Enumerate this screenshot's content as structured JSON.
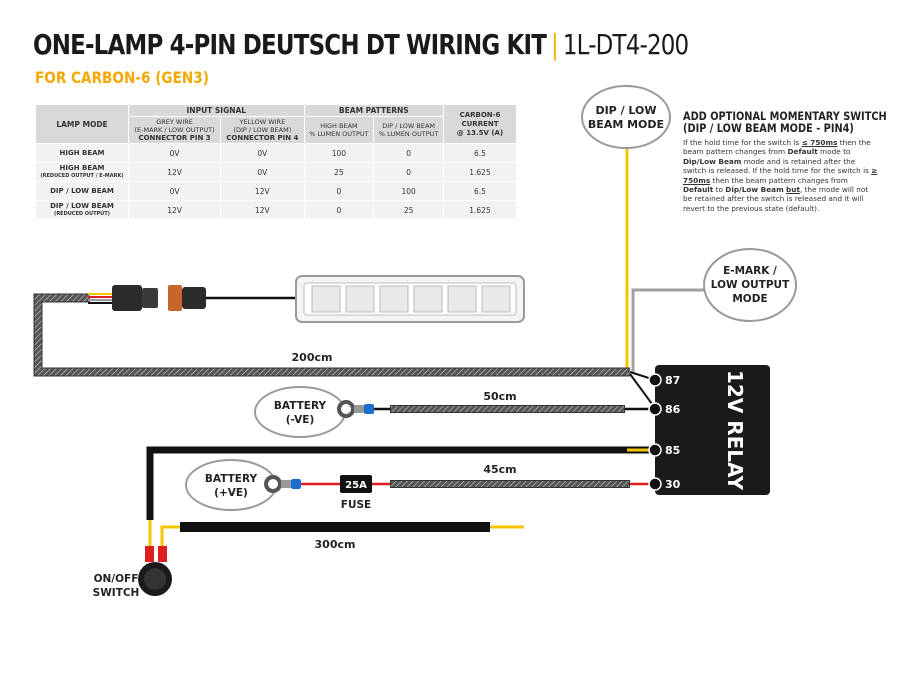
{
  "header": {
    "title_main": "ONE-LAMP 4-PIN DEUTSCH DT WIRING KIT",
    "title_sep": "|",
    "title_code": "1L-DT4-200",
    "subtitle": "FOR CARBON-6 (GEN3)"
  },
  "table": {
    "group_input": "INPUT SIGNAL",
    "group_beam": "BEAM PATTERNS",
    "col_mode": "LAMP MODE",
    "col_grey_1": "GREY WIRE",
    "col_grey_2": "(E-MARK / LOW OUTPUT)",
    "col_grey_3": "CONNECTOR PIN 3",
    "col_yellow_1": "YELLOW WIRE",
    "col_yellow_2": "(DIP / LOW BEAM)",
    "col_yellow_3": "CONNECTOR PIN 4",
    "col_high_1": "HIGH BEAM",
    "col_high_2": "% LUMEN OUTPUT",
    "col_dip_1": "DIP / LOW BEAM",
    "col_dip_2": "% LUMEN OUTPUT",
    "col_current_1": "CARBON-6",
    "col_current_2": "CURRENT",
    "col_current_3": "@ 13.5V (A)",
    "rows": [
      {
        "mode": "HIGH BEAM",
        "mode_sub": "",
        "grey": "0V",
        "yellow": "0V",
        "high": "100",
        "dip": "0",
        "current": "6.5"
      },
      {
        "mode": "HIGH BEAM",
        "mode_sub": "(REDUCED OUTPUT / E-MARK)",
        "grey": "12V",
        "yellow": "0V",
        "high": "25",
        "dip": "0",
        "current": "1.625"
      },
      {
        "mode": "DIP / LOW BEAM",
        "mode_sub": "",
        "grey": "0V",
        "yellow": "12V",
        "high": "0",
        "dip": "100",
        "current": "6.5"
      },
      {
        "mode": "DIP / LOW BEAM",
        "mode_sub": "(REDUCED OUTPUT)",
        "grey": "12V",
        "yellow": "12V",
        "high": "0",
        "dip": "25",
        "current": "1.625"
      }
    ]
  },
  "note": {
    "title_1": "ADD OPTIONAL MOMENTARY SWITCH",
    "title_2": "(DIP / LOW BEAM MODE - PIN4)",
    "p1": "If the hold time for the switch is ",
    "p1_b1": "≤ 750ms",
    "p1_2": " then the beam pattern changes from ",
    "p1_b2": "Default",
    "p1_3": " mode to ",
    "p1_b3": "Dip/Low Beam",
    "p1_4": " mode and is retained after the switch is released.  If the hold time for the switch is ",
    "p1_b4": "≥ 750ms",
    "p1_5": " then the beam pattern changes from ",
    "p1_b5": "Default",
    "p1_6": " to ",
    "p1_b6": "Dip/Low Beam",
    "p1_b7": "but",
    "p1_7": ", the mode will not be retained after the switch is released and it will revert to the previous state (default)."
  },
  "diagram": {
    "bubble_dip_1": "DIP / LOW",
    "bubble_dip_2": "BEAM MODE",
    "bubble_emark_1": "E-MARK /",
    "bubble_emark_2": "LOW OUTPUT",
    "bubble_emark_3": "MODE",
    "bubble_batt_neg_1": "BATTERY",
    "bubble_batt_neg_2": "(-VE)",
    "bubble_batt_pos_1": "BATTERY",
    "bubble_batt_pos_2": "(+VE)",
    "len_200": "200cm",
    "len_50": "50cm",
    "len_45": "45cm",
    "len_300": "300cm",
    "fuse_rating": "25A",
    "fuse_label": "FUSE",
    "relay_label": "12V RELAY",
    "pin_87": "87",
    "pin_86": "86",
    "pin_85": "85",
    "pin_30": "30",
    "switch_1": "ON/OFF",
    "switch_2": "SWITCH"
  },
  "colors": {
    "accent": "#f5b400",
    "wire_yellow": "#f5c400",
    "wire_red": "#e02020",
    "wire_grey": "#9a9a9a",
    "relay": "#1a1a1a"
  }
}
